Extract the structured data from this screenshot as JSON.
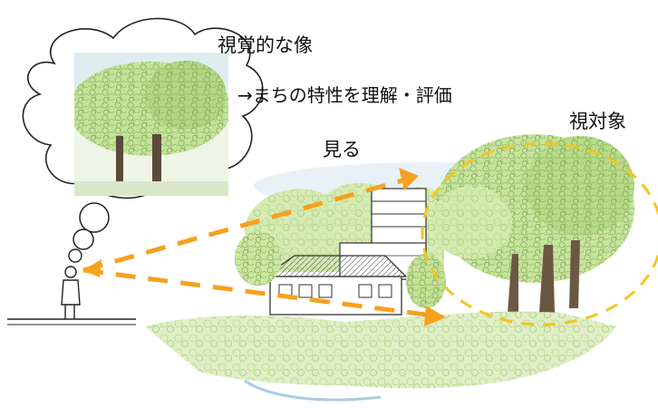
{
  "labels": {
    "visual_image": "視覚的な像",
    "town_character": "→まちの特性を理解・評価",
    "see": "見る",
    "view_target": "視対象"
  },
  "colors": {
    "arrow": "#f5a11e",
    "ellipse": "#f3c61f",
    "foliage_light": "#cfe6a2",
    "foliage_mid": "#a9d07a",
    "foliage_dark": "#6f9e4c",
    "trunk": "#5a4a3a",
    "sky": "#cfe3f2",
    "ink": "#222222"
  },
  "icons": [
    "thought-bubble-icon",
    "person-icon",
    "tree-icon",
    "house-icon",
    "arrow-icon"
  ]
}
